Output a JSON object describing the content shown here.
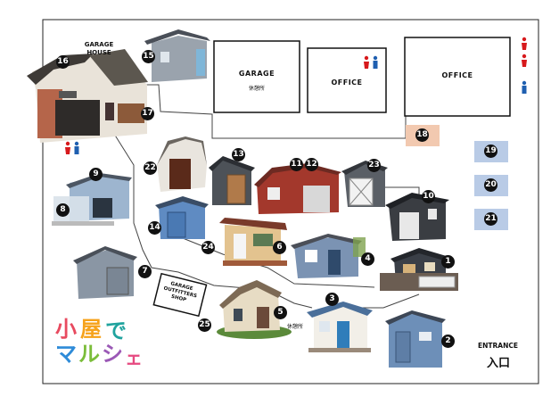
{
  "map": {
    "buildings": {
      "garage": {
        "title": "GARAGE",
        "sub": "休憩所"
      },
      "office_small": {
        "title": "OFFICE"
      },
      "office_large": {
        "title": "OFFICE"
      },
      "garage_house": {
        "title": "GARAGE\nHOUSE"
      },
      "shop": {
        "title": "GARAGE\nOUTFITTERS\nSHOP"
      }
    },
    "labels": {
      "rest_area": "休憩所",
      "entrance_en": "ENTRANCE",
      "entrance_jp": "入口"
    },
    "logo": {
      "line1": [
        "小",
        "屋",
        "で"
      ],
      "line2": [
        "マ",
        "ル",
        "シ",
        "ェ"
      ]
    },
    "markers": [
      "1",
      "2",
      "3",
      "4",
      "5",
      "6",
      "7",
      "8",
      "9",
      "10",
      "11",
      "12",
      "13",
      "14",
      "15",
      "16",
      "17",
      "18",
      "19",
      "20",
      "21",
      "22",
      "23",
      "24",
      "25"
    ],
    "colors": {
      "restroom_female": "#d7191c",
      "restroom_male": "#1f5fb0",
      "pad_blue": "#b9cbe6",
      "pad_peach": "#f2c9b0",
      "logo": [
        "#e84a5f",
        "#f6a21a",
        "#7bbd3a",
        "#2e8bd8",
        "#9b59b6",
        "#e64980",
        "#20a39e"
      ]
    }
  }
}
